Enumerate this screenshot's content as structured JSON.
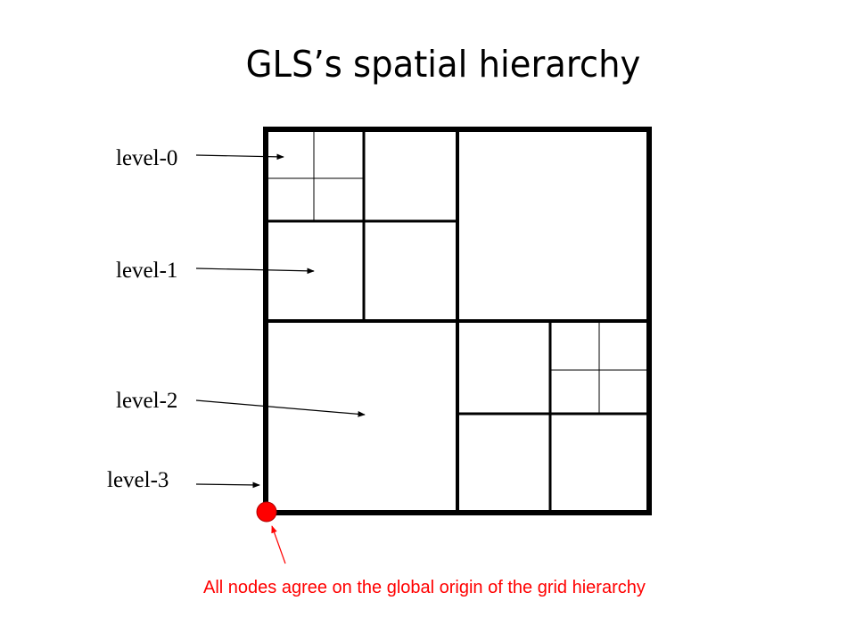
{
  "slide": {
    "title": "GLS’s spatial hierarchy"
  },
  "levels": [
    {
      "label": "level-0"
    },
    {
      "label": "level-1"
    },
    {
      "label": "level-2"
    },
    {
      "label": "level-3"
    }
  ],
  "caption": {
    "text": "All nodes agree on the global origin of the grid hierarchy",
    "color": "#ff0000"
  },
  "origin_marker": {
    "color": "#ff0000"
  },
  "grid": {
    "line_color": "#000000"
  }
}
